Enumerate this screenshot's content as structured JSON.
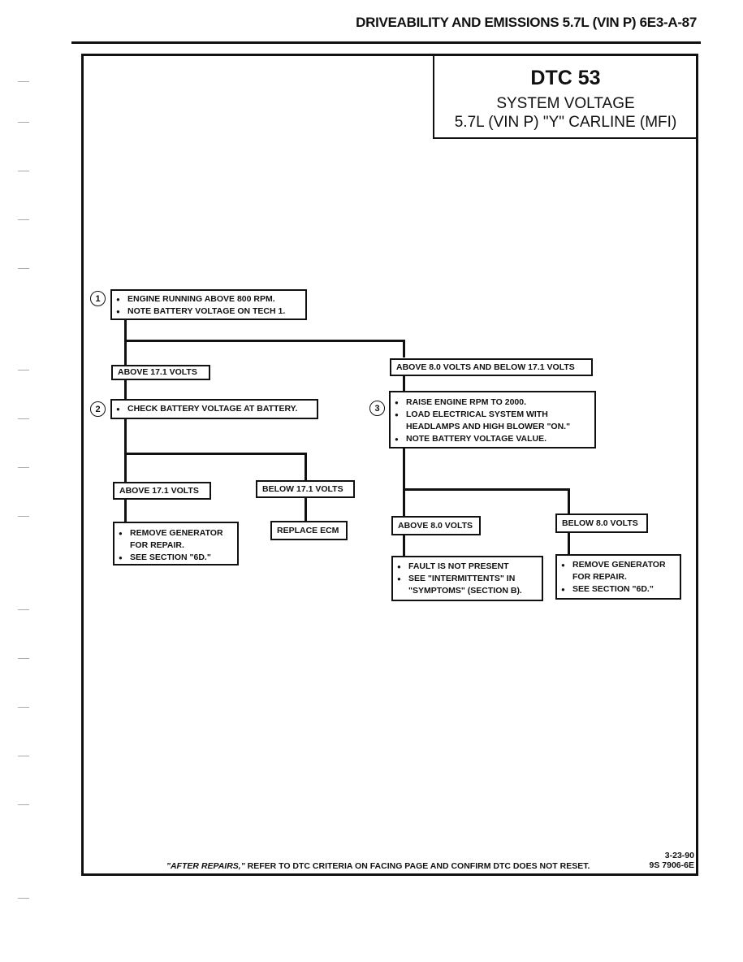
{
  "header": {
    "title": "DRIVEABILITY AND EMISSIONS 5.7L (VIN P) 6E3-A-87"
  },
  "title_box": {
    "code": "DTC 53",
    "subtitle": "SYSTEM VOLTAGE",
    "carline": "5.7L (VIN P) \"Y\" CARLINE (MFI)"
  },
  "steps": [
    {
      "number": "1",
      "lines": [
        "ENGINE RUNNING ABOVE 800 RPM.",
        "NOTE BATTERY VOLTAGE ON TECH 1."
      ]
    },
    {
      "number": "2",
      "lines": [
        "CHECK BATTERY VOLTAGE AT BATTERY."
      ]
    },
    {
      "number": "3",
      "lines": [
        "RAISE ENGINE RPM TO 2000.",
        "LOAD ELECTRICAL SYSTEM WITH HEADLAMPS AND HIGH BLOWER \"ON.\"",
        "NOTE BATTERY VOLTAGE VALUE."
      ]
    }
  ],
  "branches": {
    "step1_above": "ABOVE 17.1 VOLTS",
    "step1_between": "ABOVE 8.0 VOLTS AND BELOW 17.1 VOLTS",
    "step2_above": "ABOVE 17.1 VOLTS",
    "step2_below": "BELOW 17.1 VOLTS",
    "step3_above": "ABOVE 8.0 VOLTS",
    "step3_below": "BELOW 8.0 VOLTS"
  },
  "outcomes": {
    "remove_generator_a": [
      "REMOVE GENERATOR FOR REPAIR.",
      "SEE SECTION \"6D.\""
    ],
    "replace_ecm": "REPLACE ECM",
    "fault_not_present": [
      "FAULT IS NOT PRESENT",
      "SEE \"INTERMITTENTS\" IN \"SYMPTOMS\" (SECTION B)."
    ],
    "remove_generator_b": [
      "REMOVE GENERATOR FOR REPAIR.",
      "SEE SECTION \"6D.\""
    ]
  },
  "footer": {
    "note_em": "\"AFTER REPAIRS,\"",
    "note_rest": " REFER TO DTC CRITERIA ON FACING PAGE AND CONFIRM DTC DOES NOT RESET.",
    "date": "3-23-90",
    "code": "9S 7906-6E"
  }
}
